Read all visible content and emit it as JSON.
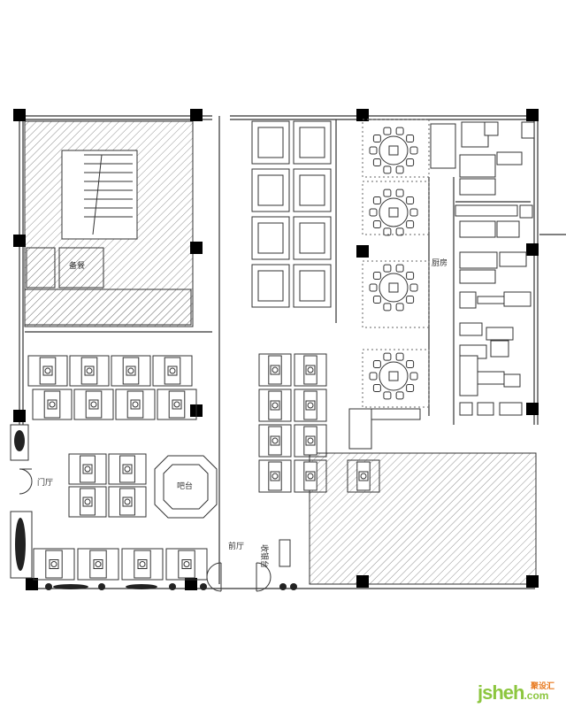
{
  "plan": {
    "labels": {
      "entrance_hall": "门厅",
      "front_hall": "前厅",
      "bar": "吧台",
      "kitchen": "厨房",
      "pantry": "备餐",
      "cashier": "收银台"
    }
  },
  "logo": {
    "text": "jsheh",
    "suffix": ".com",
    "cn": "聚设汇",
    "colors": {
      "green": "#8cc63f",
      "orange": "#e8791e"
    }
  }
}
